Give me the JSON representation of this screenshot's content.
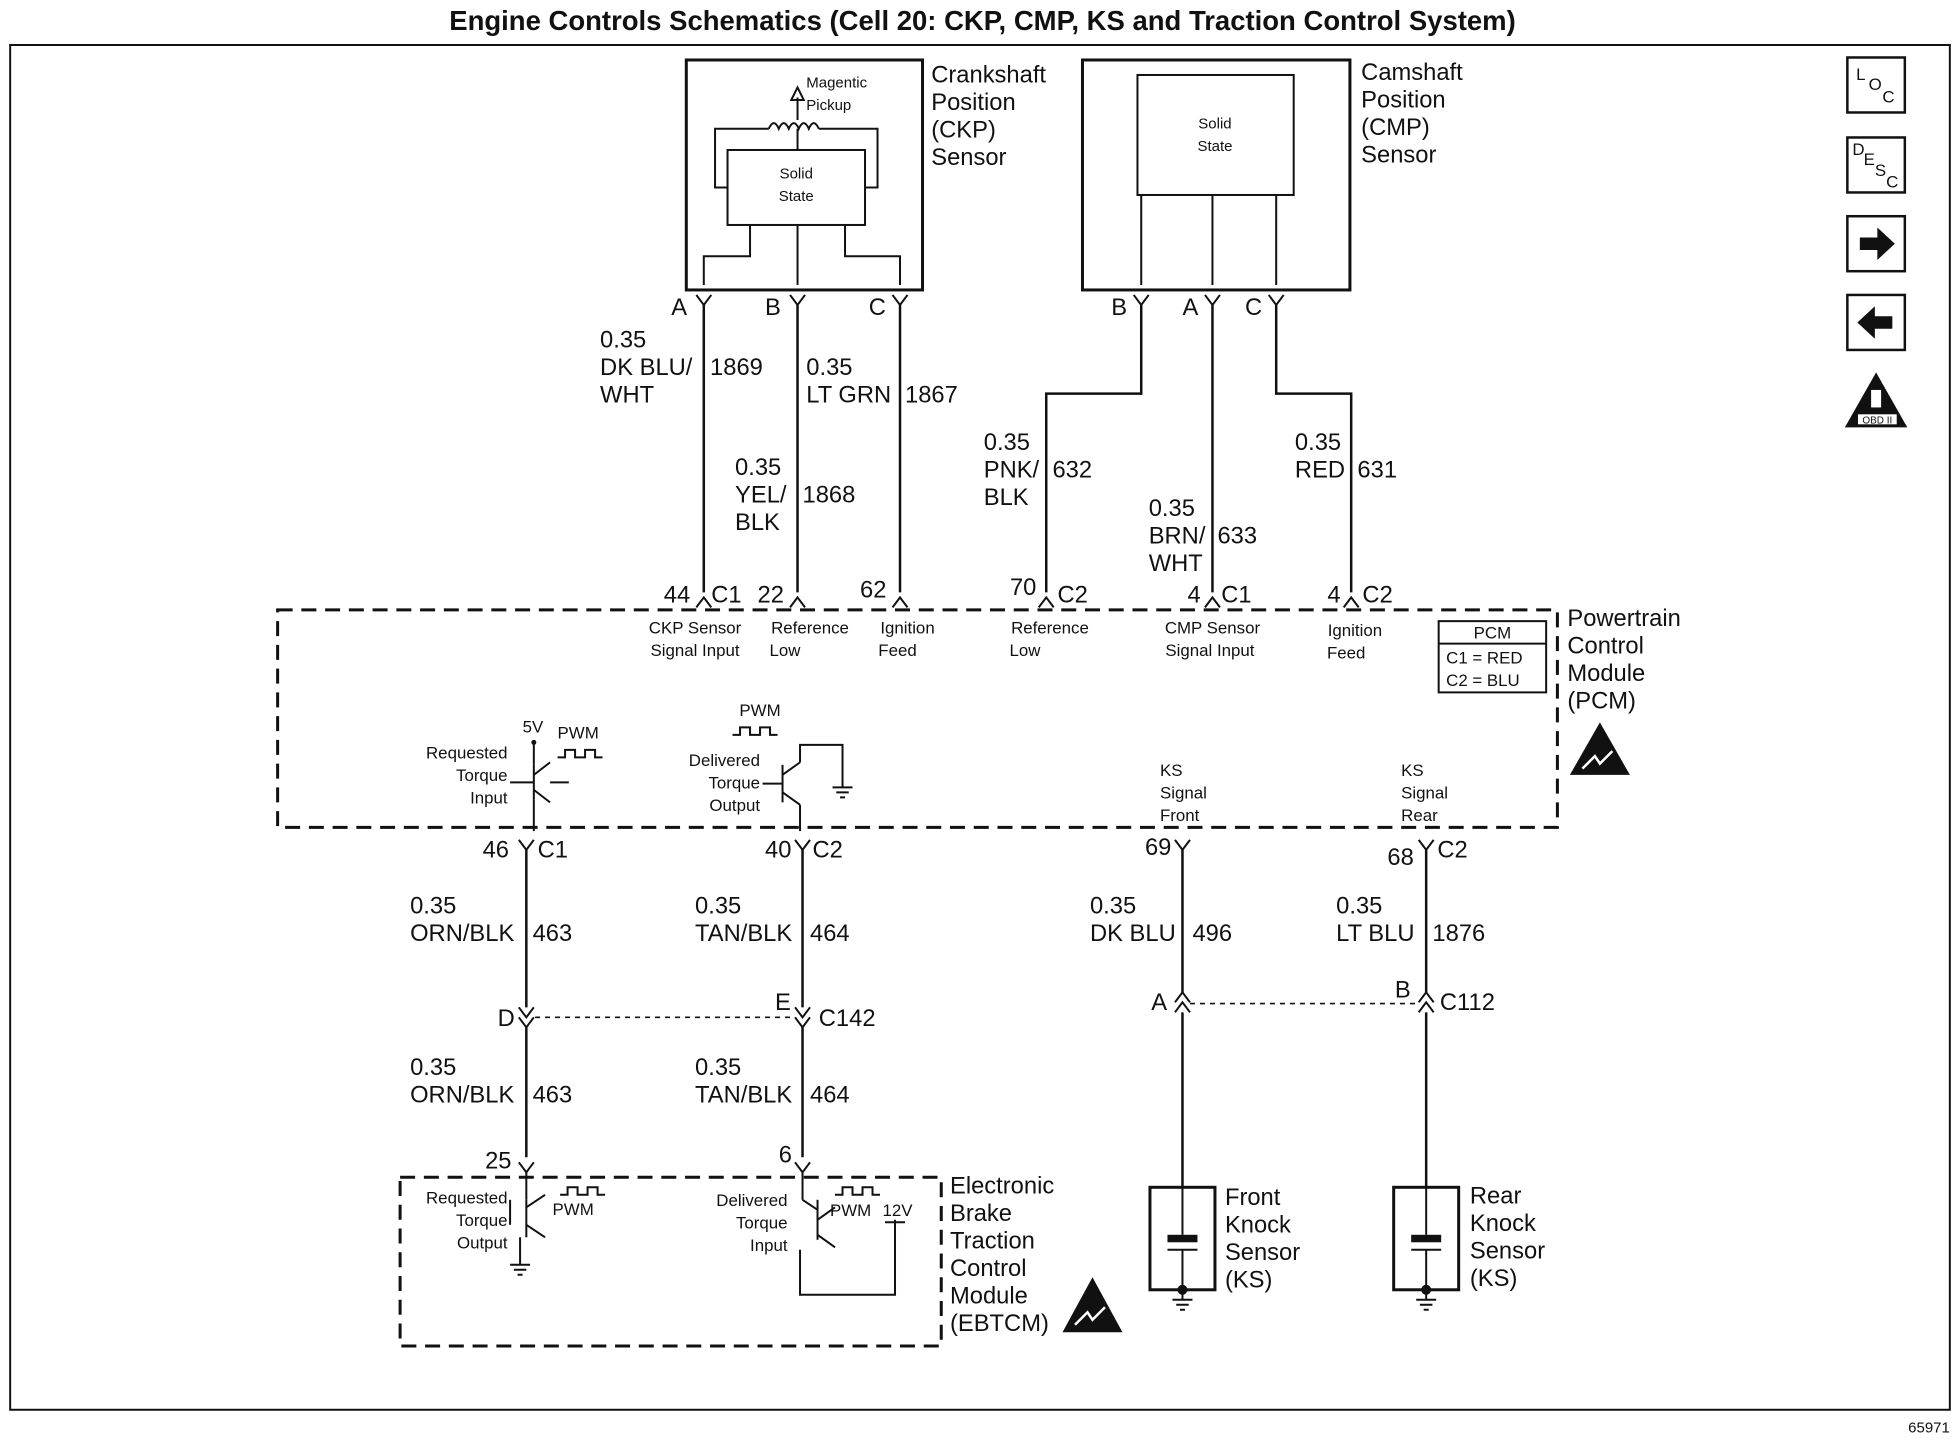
{
  "title": "Engine Controls Schematics (Cell 20: CKP, CMP, KS and Traction Control System)",
  "figure_id": "65971",
  "nav_buttons": {
    "loc": "LOC",
    "desc": "DESC",
    "next": "→",
    "prev": "←",
    "obd": "OBD II"
  },
  "components": {
    "ckp": {
      "name_lines": [
        "Crankshaft",
        "Position",
        "(CKP)",
        "Sensor"
      ],
      "inner_label": [
        "Solid",
        "State"
      ],
      "pickup_label": [
        "Magentic",
        "Pickup"
      ],
      "pins": [
        "A",
        "B",
        "C"
      ]
    },
    "cmp": {
      "name_lines": [
        "Camshaft",
        "Position",
        "(CMP)",
        "Sensor"
      ],
      "inner_label": [
        "Solid",
        "State"
      ],
      "pins": [
        "B",
        "A",
        "C"
      ]
    },
    "pcm": {
      "name_lines": [
        "Powertrain",
        "Control",
        "Module",
        "(PCM)"
      ],
      "legend_title": "PCM",
      "legend": [
        "C1 = RED",
        "C2 = BLU"
      ],
      "inputs_top": [
        {
          "pin": "44",
          "conn": "C1",
          "label": [
            "CKP Sensor",
            "Signal Input"
          ]
        },
        {
          "pin": "22",
          "conn": "",
          "label": [
            "Reference",
            "Low"
          ]
        },
        {
          "pin": "62",
          "conn": "",
          "label": [
            "Ignition",
            "Feed"
          ]
        },
        {
          "pin": "70",
          "conn": "C2",
          "label": [
            "Reference",
            "Low"
          ]
        },
        {
          "pin": "4",
          "conn": "C1",
          "label": [
            "CMP Sensor",
            "Signal Input"
          ]
        },
        {
          "pin": "4",
          "conn": "C2",
          "label": [
            "Ignition",
            "Feed"
          ]
        }
      ],
      "internal": {
        "req_torque": [
          "Requested",
          "Torque",
          "Input"
        ],
        "del_torque": [
          "Delivered",
          "Torque",
          "Output"
        ],
        "v5": "5V",
        "pwm": "PWM",
        "ks_front": [
          "KS",
          "Signal",
          "Front"
        ],
        "ks_rear": [
          "KS",
          "Signal",
          "Rear"
        ]
      },
      "outputs_bottom": [
        {
          "pin": "46",
          "conn": "C1"
        },
        {
          "pin": "40",
          "conn": "C2"
        },
        {
          "pin": "69",
          "conn": ""
        },
        {
          "pin": "68",
          "conn": "C2"
        }
      ]
    },
    "ebtcm": {
      "name_lines": [
        "Electronic",
        "Brake",
        "Traction",
        "Control",
        "Module",
        "(EBTCM)"
      ],
      "req_torque": [
        "Requested",
        "Torque",
        "Output"
      ],
      "del_torque": [
        "Delivered",
        "Torque",
        "Input"
      ],
      "pwm": "PWM",
      "v12": "12V",
      "pins": [
        "25",
        "6"
      ]
    },
    "front_ks": {
      "name_lines": [
        "Front",
        "Knock",
        "Sensor",
        "(KS)"
      ]
    },
    "rear_ks": {
      "name_lines": [
        "Rear",
        "Knock",
        "Sensor",
        "(KS)"
      ]
    }
  },
  "wires": {
    "ckp_a": {
      "gauge": "0.35",
      "color_lines": [
        "DK BLU/",
        "WHT"
      ],
      "circuit": "1869"
    },
    "ckp_b": {
      "gauge": "0.35",
      "color_lines": [
        "YEL/",
        "BLK"
      ],
      "circuit": "1868"
    },
    "ckp_c": {
      "gauge": "0.35",
      "color_lines": [
        "LT GRN"
      ],
      "circuit": "1867"
    },
    "cmp_b": {
      "gauge": "0.35",
      "color_lines": [
        "PNK/",
        "BLK"
      ],
      "circuit": "632"
    },
    "cmp_a": {
      "gauge": "0.35",
      "color_lines": [
        "BRN/",
        "WHT"
      ],
      "circuit": "633"
    },
    "cmp_c": {
      "gauge": "0.35",
      "color_lines": [
        "RED"
      ],
      "circuit": "631"
    },
    "req_upper": {
      "gauge": "0.35",
      "color": "ORN/BLK",
      "circuit": "463"
    },
    "del_upper": {
      "gauge": "0.35",
      "color": "TAN/BLK",
      "circuit": "464"
    },
    "req_lower": {
      "gauge": "0.35",
      "color": "ORN/BLK",
      "circuit": "463"
    },
    "del_lower": {
      "gauge": "0.35",
      "color": "TAN/BLK",
      "circuit": "464"
    },
    "ks_front": {
      "gauge": "0.35",
      "color": "DK BLU",
      "circuit": "496"
    },
    "ks_rear": {
      "gauge": "0.35",
      "color": "LT BLU",
      "circuit": "1876"
    }
  },
  "connectors": {
    "c142": {
      "name": "C142",
      "pins": [
        "D",
        "E"
      ]
    },
    "c112": {
      "name": "C112",
      "pins": [
        "A",
        "B"
      ]
    }
  }
}
